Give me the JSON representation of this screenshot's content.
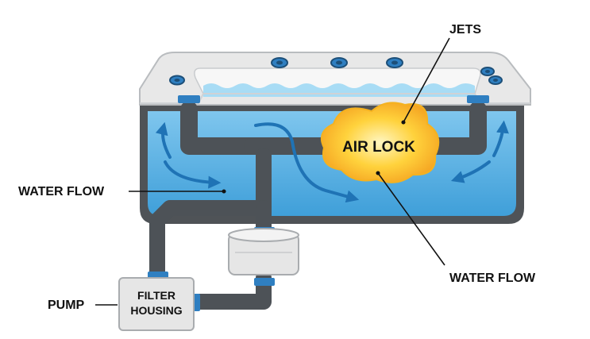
{
  "labels": {
    "jets": "JETS",
    "air_lock": "AIR LOCK",
    "water_flow_left": "WATER FLOW",
    "water_flow_right": "WATER FLOW",
    "pump": "PUMP",
    "filter_housing_line1": "FILTER",
    "filter_housing_line2": "HOUSING"
  },
  "colors": {
    "water": "#58b4e6",
    "water_light": "#a8dcf5",
    "pipe": "#4d5257",
    "connector": "#2f7fc1",
    "shell": "#e8e8e8",
    "frame": "#4f5357",
    "flow_arrow": "#1f73b5",
    "air_lock": "#ffd23c"
  }
}
